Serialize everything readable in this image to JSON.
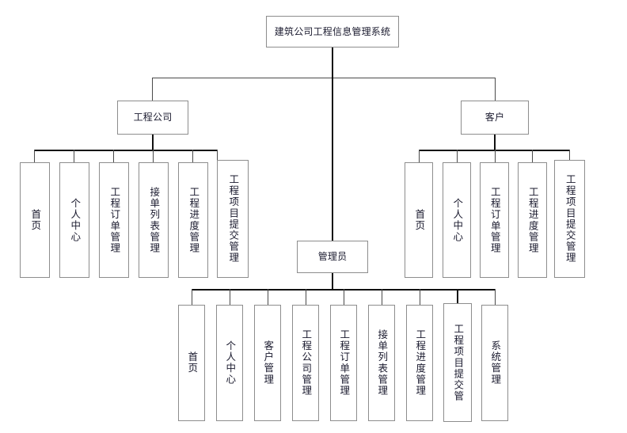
{
  "diagram": {
    "type": "tree",
    "title_node": "建筑公司工程信息管理系统",
    "root": {
      "id": "root",
      "label": "建筑公司工程信息管理系统"
    },
    "roles": [
      {
        "id": "company",
        "label": "工程公司"
      },
      {
        "id": "customer",
        "label": "客户"
      },
      {
        "id": "admin",
        "label": "管理员"
      }
    ],
    "company_children": [
      {
        "label": "首页"
      },
      {
        "label": "个人中心"
      },
      {
        "label": "工程订单管理"
      },
      {
        "label": "接单列表管理"
      },
      {
        "label": "工程进度管理"
      },
      {
        "label": "工程项目提交管理"
      }
    ],
    "customer_children": [
      {
        "label": "首页"
      },
      {
        "label": "个人中心"
      },
      {
        "label": "工程订单管理"
      },
      {
        "label": "工程进度管理"
      },
      {
        "label": "工程项目提交管理"
      }
    ],
    "admin_children": [
      {
        "label": "首页"
      },
      {
        "label": "个人中心"
      },
      {
        "label": "客户管理"
      },
      {
        "label": "工程公司管理"
      },
      {
        "label": "工程订单管理"
      },
      {
        "label": "接单列表管理"
      },
      {
        "label": "工程进度管理"
      },
      {
        "label": "工程项目提交管"
      },
      {
        "label": "系统管理"
      }
    ],
    "colors": {
      "background": "#ffffff",
      "box_border": "#8d8d8d",
      "connector": "#111111",
      "text": "#1a1a2e"
    }
  }
}
